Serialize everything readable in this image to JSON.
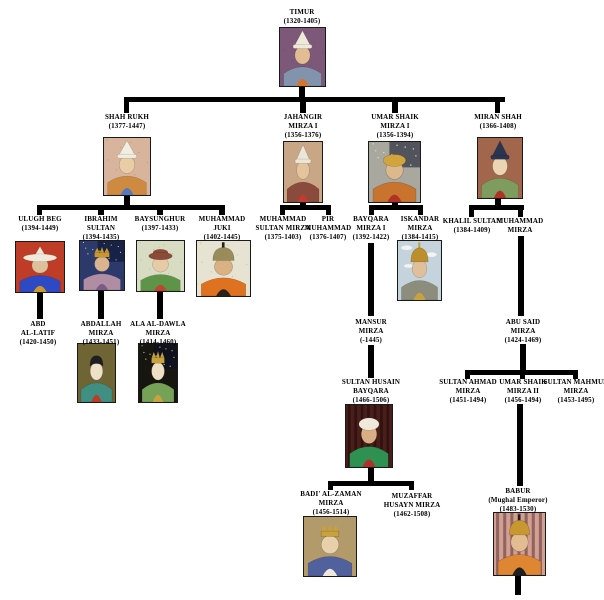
{
  "page": {
    "background": "#ffffff",
    "line_color": "#000000",
    "text_color": "#000000"
  },
  "tree": {
    "description": "Timurid dynasty family tree",
    "nodes": [
      {
        "id": "timur",
        "name": "TIMUR",
        "dates": "(1320-1405)",
        "portrait": {
          "bg": "#7d5878",
          "pattern": "speckle",
          "skin": "#e2bd94",
          "robe": "#8193ad",
          "accent": "#d4752f",
          "hat": "cone",
          "hat_color": "#efe9dc"
        }
      },
      {
        "id": "shahrukh",
        "name": "SHAH RUKH",
        "dates": "(1377-1447)",
        "portrait": {
          "bg": "#d7b49b",
          "pattern": "speckle",
          "skin": "#e9cda6",
          "robe": "#cf8a41",
          "accent": "#5577bb",
          "hat": "cone",
          "hat_color": "#f2ede2"
        }
      },
      {
        "id": "jahangir",
        "name": "JAHANGIR\nMIRZA I",
        "dates": "(1356-1376)",
        "portrait": {
          "bg": "#c9a685",
          "pattern": "none",
          "skin": "#e3c49c",
          "robe": "#8a4a3c",
          "accent": "#c23b2e",
          "hat": "cone",
          "hat_color": "#ece6d8"
        }
      },
      {
        "id": "umarshaik1",
        "name": "UMAR SHAIK\nMIRZA I",
        "dates": "(1356-1394)",
        "portrait": {
          "bg": "#a8a89e",
          "pattern": "stars",
          "skin": "#dcb98c",
          "robe": "#c8742f",
          "accent": "#b03226",
          "hat": "turban",
          "hat_color": "#d2a53c"
        }
      },
      {
        "id": "miranshah",
        "name": "MIRAN SHAH",
        "dates": "(1366-1408)",
        "portrait": {
          "bg": "#a2664d",
          "pattern": "none",
          "skin": "#ead4b2",
          "robe": "#7e9c5d",
          "accent": "#b03226",
          "hat": "cone",
          "hat_color": "#2a3550"
        }
      },
      {
        "id": "ulughbeg",
        "name": "ULUGH BEG",
        "dates": "(1394-1449)",
        "portrait": {
          "bg": "#bf3d27",
          "pattern": "none",
          "skin": "#dfc09a",
          "robe": "#2e49c4",
          "accent": "#c8972f",
          "hat": "wide",
          "hat_color": "#efe9dc"
        }
      },
      {
        "id": "ibrahimsultan",
        "name": "IBRAHIM\nSULTAN",
        "dates": "(1394-1435)",
        "portrait": {
          "bg": "#2b3a6b",
          "pattern": "stars",
          "skin": "#d9b48e",
          "robe": "#b08da3",
          "accent": "#7a5a86",
          "hat": "crown",
          "hat_color": "#c8972f"
        }
      },
      {
        "id": "baysunghur",
        "name": "BAYSUNGHUR",
        "dates": "(1397-1433)",
        "portrait": {
          "bg": "#d7dcc2",
          "pattern": "speckle",
          "skin": "#e7cba6",
          "robe": "#5d9448",
          "accent": "#c0452f",
          "hat": "fur",
          "hat_color": "#8c4a38"
        }
      },
      {
        "id": "muhammadjuki",
        "name": "MUHAMMAD\nJUKI",
        "dates": "(1402-1445)",
        "portrait": {
          "bg": "#e6e3d2",
          "pattern": "speckle",
          "skin": "#d9b183",
          "robe": "#df7221",
          "accent": "#2a211a",
          "hat": "helmet",
          "hat_color": "#9a8c5a"
        }
      },
      {
        "id": "msultanmirza",
        "name": "MUHAMMAD\nSULTAN MIRZA",
        "dates": "(1375-1403)"
      },
      {
        "id": "pirmuhammad",
        "name": "PIR\nMUHAMMAD",
        "dates": "(1376-1407)"
      },
      {
        "id": "bayqara1",
        "name": "BAYQARA\nMIRZA I",
        "dates": "(1392-1422)"
      },
      {
        "id": "iskandar",
        "name": "ISKANDAR\nMIRZA",
        "dates": "(1384-1415)",
        "portrait": {
          "bg": "#c5d4dc",
          "pattern": "clouds",
          "skin": "#dfc09a",
          "robe": "#8d8d7d",
          "accent": "#c8a23c",
          "hat": "helmet",
          "hat_color": "#bd8f2c"
        }
      },
      {
        "id": "khalil",
        "name": "KHALIL SULTAN",
        "dates": "(1384-1409)"
      },
      {
        "id": "muhammadmirza",
        "name": "MUHAMMAD\nMIRZA",
        "dates": ""
      },
      {
        "id": "abdallatif",
        "name": "ABD\nAL-LATIF",
        "dates": "(1420-1450)"
      },
      {
        "id": "abdallah",
        "name": "ABDALLAH\nMIRZA",
        "dates": "(1433-1451)",
        "portrait": {
          "bg": "#6f6434",
          "pattern": "none",
          "skin": "#efe0c8",
          "robe": "#3f8f83",
          "accent": "#bf3a24",
          "hat": "hair",
          "hat_color": "#1f1f1f"
        }
      },
      {
        "id": "aladawla",
        "name": "ALA AL-DAWLA\nMIRZA",
        "dates": "(1414-1460)",
        "portrait": {
          "bg": "#17150f",
          "pattern": "stars",
          "skin": "#efdfc4",
          "robe": "#76a258",
          "accent": "#c8a23c",
          "hat": "crown",
          "hat_color": "#c8a23c"
        }
      },
      {
        "id": "mansur",
        "name": "MANSUR\nMIRZA",
        "dates": "(-1445)"
      },
      {
        "id": "abusaid",
        "name": "ABU SAID\nMIRZA",
        "dates": "(1424-1469)"
      },
      {
        "id": "husainbayqara",
        "name": "SULTAN HUSAIN\nBAYQARA",
        "dates": "(1466-1506)",
        "portrait": {
          "bg": "#4a1e1a",
          "pattern": "stripes",
          "skin": "#d9ae84",
          "robe": "#2e9152",
          "accent": "#b03226",
          "hat": "turban",
          "hat_color": "#efe9dc"
        }
      },
      {
        "id": "ahmad",
        "name": "SULTAN AHMAD\nMIRZA",
        "dates": "(1451-1494)"
      },
      {
        "id": "umarshaik2",
        "name": "UMAR SHAIK\nMIRZA II",
        "dates": "(1456-1494)"
      },
      {
        "id": "mahmud",
        "name": "SULTAN MAHMUD\nMIRZA",
        "dates": "(1453-1495)"
      },
      {
        "id": "badi",
        "name": "BADI' AL-ZAMAN\nMIRZA",
        "dates": "(1456-1514)",
        "portrait": {
          "bg": "#b39a6b",
          "pattern": "none",
          "skin": "#e8d0aa",
          "robe": "#51619e",
          "accent": "#efe9dc",
          "hat": "crown",
          "hat_color": "#c8a23c"
        }
      },
      {
        "id": "muzaffar",
        "name": "MUZAFFAR\nHUSAYN MIRZA",
        "dates": "(1462-1508)"
      },
      {
        "id": "babur",
        "name": "BABUR\n(Mughal Emperor)",
        "dates": "(1483-1530)",
        "portrait": {
          "bg": "#d69d93",
          "pattern": "stripes",
          "skin": "#e3bd92",
          "robe": "#de8632",
          "accent": "#1f1f1f",
          "hat": "helmet",
          "hat_color": "#c8972f"
        }
      }
    ],
    "edges": [
      {
        "from": "timur",
        "to": "shahrukh"
      },
      {
        "from": "timur",
        "to": "jahangir"
      },
      {
        "from": "timur",
        "to": "umarshaik1"
      },
      {
        "from": "timur",
        "to": "miranshah"
      },
      {
        "from": "shahrukh",
        "to": "ulughbeg"
      },
      {
        "from": "shahrukh",
        "to": "ibrahimsultan"
      },
      {
        "from": "shahrukh",
        "to": "baysunghur"
      },
      {
        "from": "shahrukh",
        "to": "muhammadjuki"
      },
      {
        "from": "jahangir",
        "to": "msultanmirza"
      },
      {
        "from": "jahangir",
        "to": "pirmuhammad"
      },
      {
        "from": "umarshaik1",
        "to": "bayqara1"
      },
      {
        "from": "umarshaik1",
        "to": "iskandar"
      },
      {
        "from": "miranshah",
        "to": "khalil"
      },
      {
        "from": "miranshah",
        "to": "muhammadmirza"
      },
      {
        "from": "ulughbeg",
        "to": "abdallatif"
      },
      {
        "from": "ibrahimsultan",
        "to": "abdallah"
      },
      {
        "from": "baysunghur",
        "to": "aladawla"
      },
      {
        "from": "bayqara1",
        "to": "mansur"
      },
      {
        "from": "muhammadmirza",
        "to": "abusaid"
      },
      {
        "from": "mansur",
        "to": "husainbayqara"
      },
      {
        "from": "abusaid",
        "to": "ahmad"
      },
      {
        "from": "abusaid",
        "to": "umarshaik2"
      },
      {
        "from": "abusaid",
        "to": "mahmud"
      },
      {
        "from": "husainbayqara",
        "to": "badi"
      },
      {
        "from": "husainbayqara",
        "to": "muzaffar"
      },
      {
        "from": "umarshaik2",
        "to": "babur"
      }
    ]
  }
}
